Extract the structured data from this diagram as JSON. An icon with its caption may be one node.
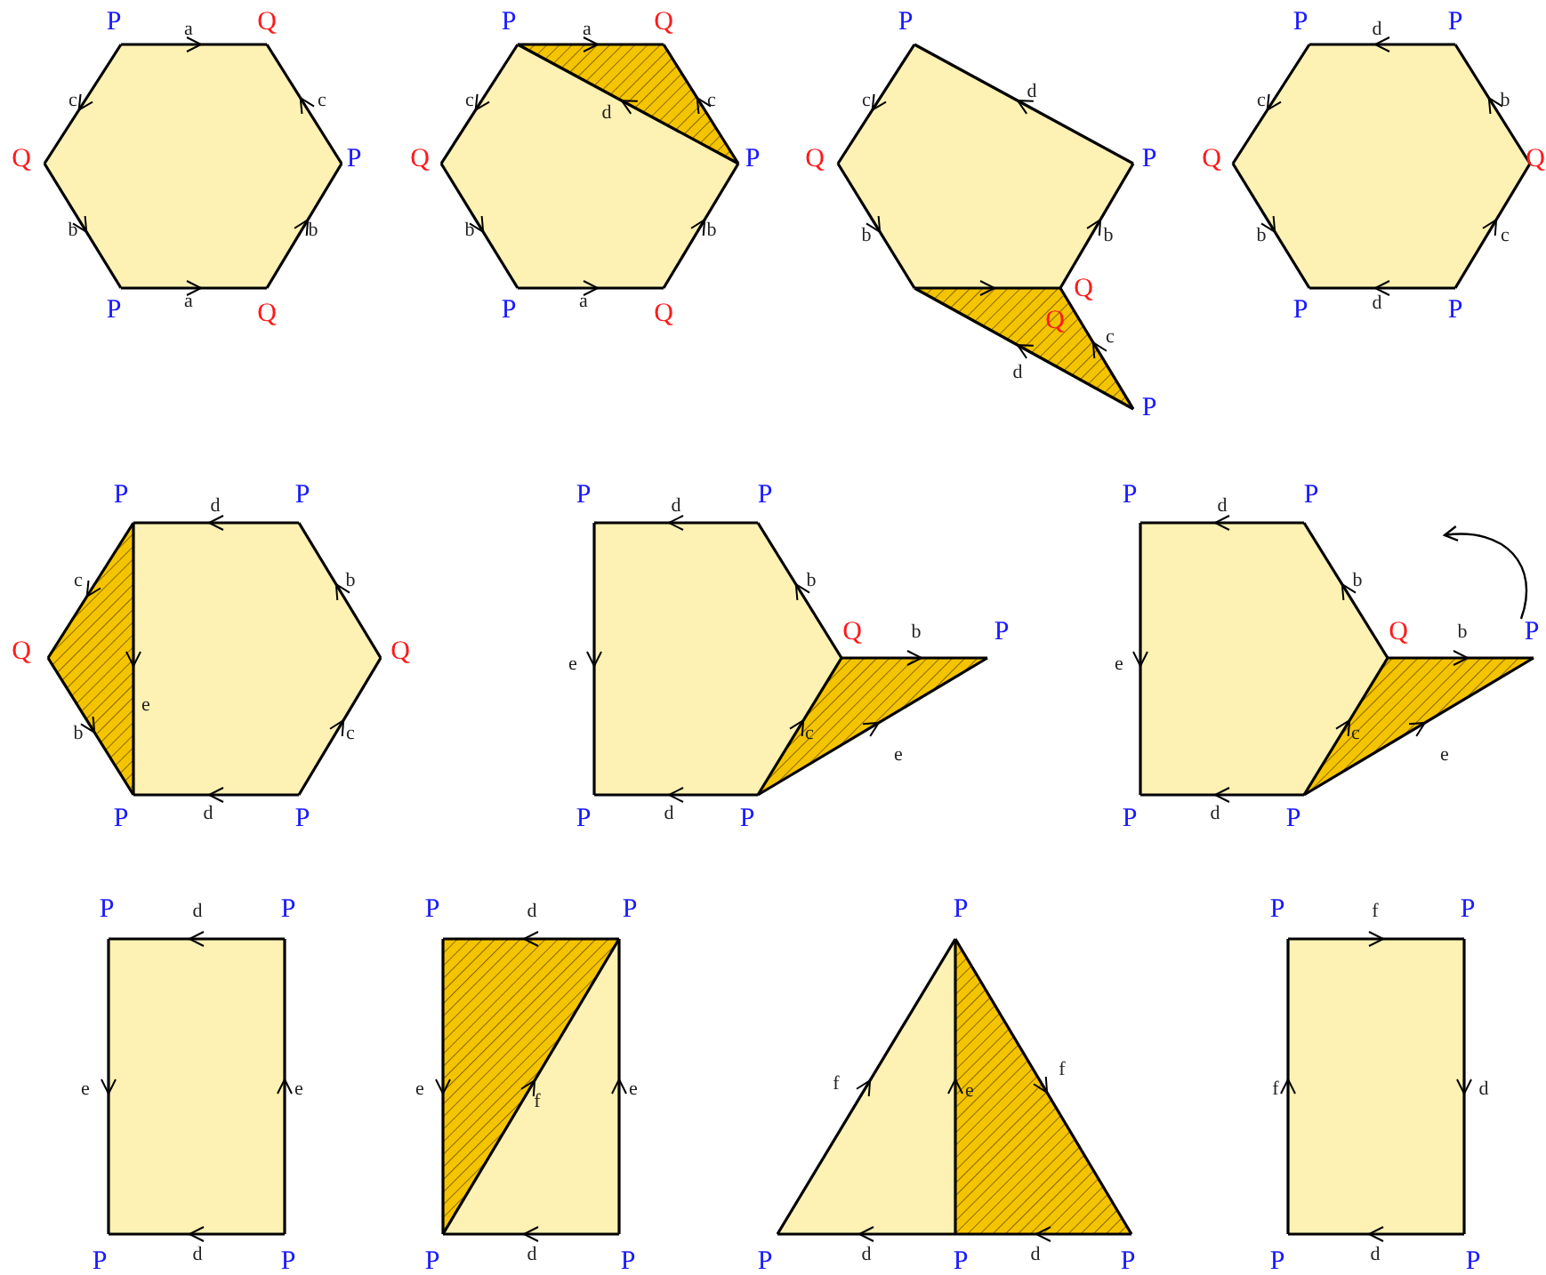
{
  "diagram": {
    "labels": [
      "P",
      "a",
      "Q",
      "c",
      "c",
      "Q",
      "P",
      "b",
      "b",
      "P",
      "a",
      "Q",
      "P",
      "a",
      "Q",
      "c",
      "c",
      "d",
      "Q",
      "P",
      "b",
      "b",
      "P",
      "a",
      "Q",
      "P",
      "d",
      "c",
      "Q",
      "P",
      "b",
      "b",
      "Q",
      "Q",
      "c",
      "d",
      "P",
      "P",
      "d",
      "P",
      "c",
      "b",
      "Q",
      "Q",
      "b",
      "c",
      "P",
      "d",
      "P",
      "P",
      "d",
      "P",
      "c",
      "b",
      "Q",
      "Q",
      "e",
      "b",
      "c",
      "P",
      "d",
      "P",
      "P",
      "d",
      "P",
      "b",
      "Q",
      "b",
      "P",
      "e",
      "c",
      "e",
      "P",
      "d",
      "P",
      "P",
      "d",
      "P",
      "b",
      "Q",
      "b",
      "P",
      "e",
      "c",
      "e",
      "P",
      "d",
      "P",
      "P",
      "d",
      "P",
      "e",
      "e",
      "P",
      "d",
      "P",
      "P",
      "d",
      "P",
      "e",
      "f",
      "e",
      "P",
      "d",
      "P",
      "P",
      "f",
      "f",
      "e",
      "P",
      "d",
      "P",
      "d",
      "P",
      "P",
      "f",
      "P",
      "f",
      "d",
      "P",
      "d",
      "P"
    ]
  }
}
